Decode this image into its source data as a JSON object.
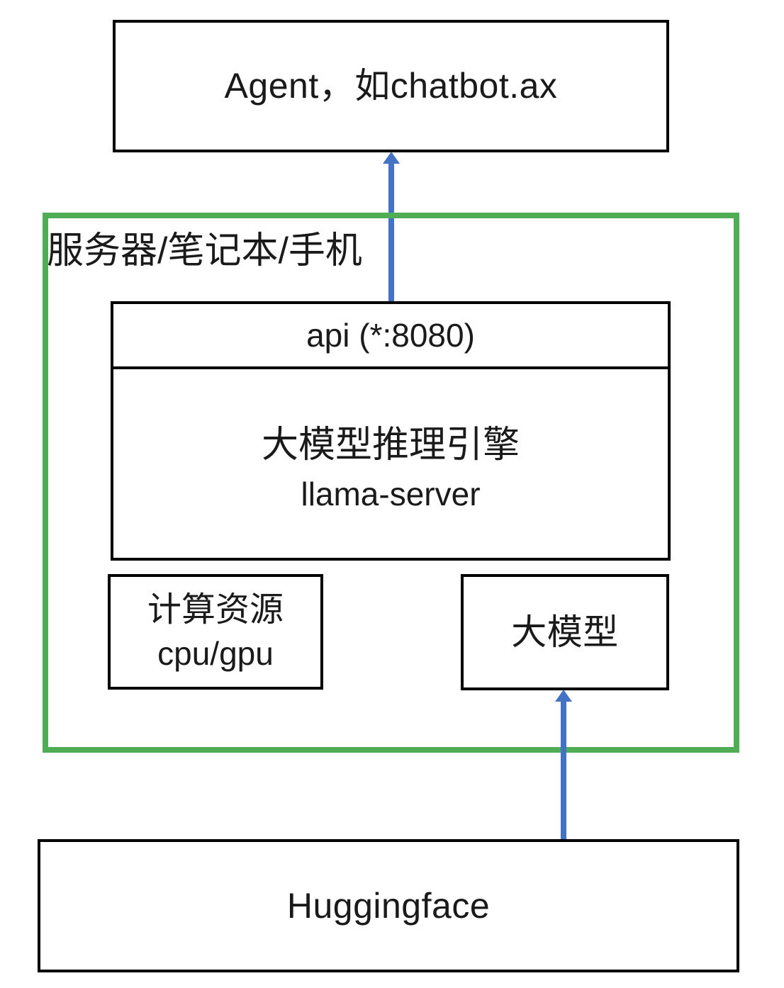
{
  "diagram": {
    "agent_box": {
      "label": "Agent，如chatbot.ax"
    },
    "device_group": {
      "label": "服务器/笔记本/手机"
    },
    "engine_box": {
      "api_label": "api (*:8080)",
      "title": "大模型推理引擎",
      "subtitle": "llama-server"
    },
    "compute_box": {
      "title": "计算资源",
      "subtitle": "cpu/gpu"
    },
    "model_box": {
      "label": "大模型"
    },
    "huggingface_box": {
      "label": "Huggingface"
    },
    "colors": {
      "arrow_blue": "#4472C4",
      "group_green": "#4EAD55",
      "box_border": "#000000"
    }
  }
}
